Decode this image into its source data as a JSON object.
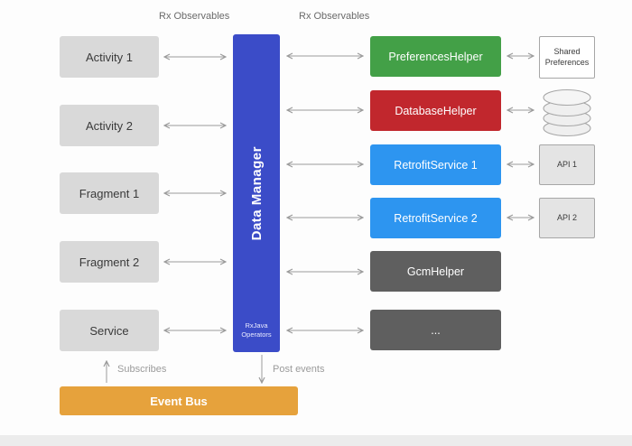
{
  "annotations": {
    "rx_observables_left": "Rx Observables",
    "rx_observables_right": "Rx Observables",
    "subscribes": "Subscribes",
    "post_events": "Post events"
  },
  "left_column": {
    "box_color": "#d9d9d9",
    "items": [
      {
        "label": "Activity 1"
      },
      {
        "label": "Activity 2"
      },
      {
        "label": "Fragment 1"
      },
      {
        "label": "Fragment 2"
      },
      {
        "label": "Service"
      }
    ]
  },
  "data_manager": {
    "label": "Data Manager",
    "sub_label": "RxJava Operators",
    "color": "#3b4cc8"
  },
  "right_column": {
    "items": [
      {
        "label": "PreferencesHelper",
        "color": "#43a047"
      },
      {
        "label": "DatabaseHelper",
        "color": "#c1272d"
      },
      {
        "label": "RetrofitService 1",
        "color": "#2d95f0"
      },
      {
        "label": "RetrofitService 2",
        "color": "#2d95f0"
      },
      {
        "label": "GcmHelper",
        "color": "#5f5f5f"
      },
      {
        "label": "...",
        "color": "#5f5f5f"
      }
    ]
  },
  "external": {
    "shared_preferences": "Shared Preferences",
    "database_icon": "database-cylinder-icon",
    "api_1": "API 1",
    "api_2": "API 2"
  },
  "event_bus": {
    "label": "Event Bus",
    "color": "#e6a23c"
  }
}
